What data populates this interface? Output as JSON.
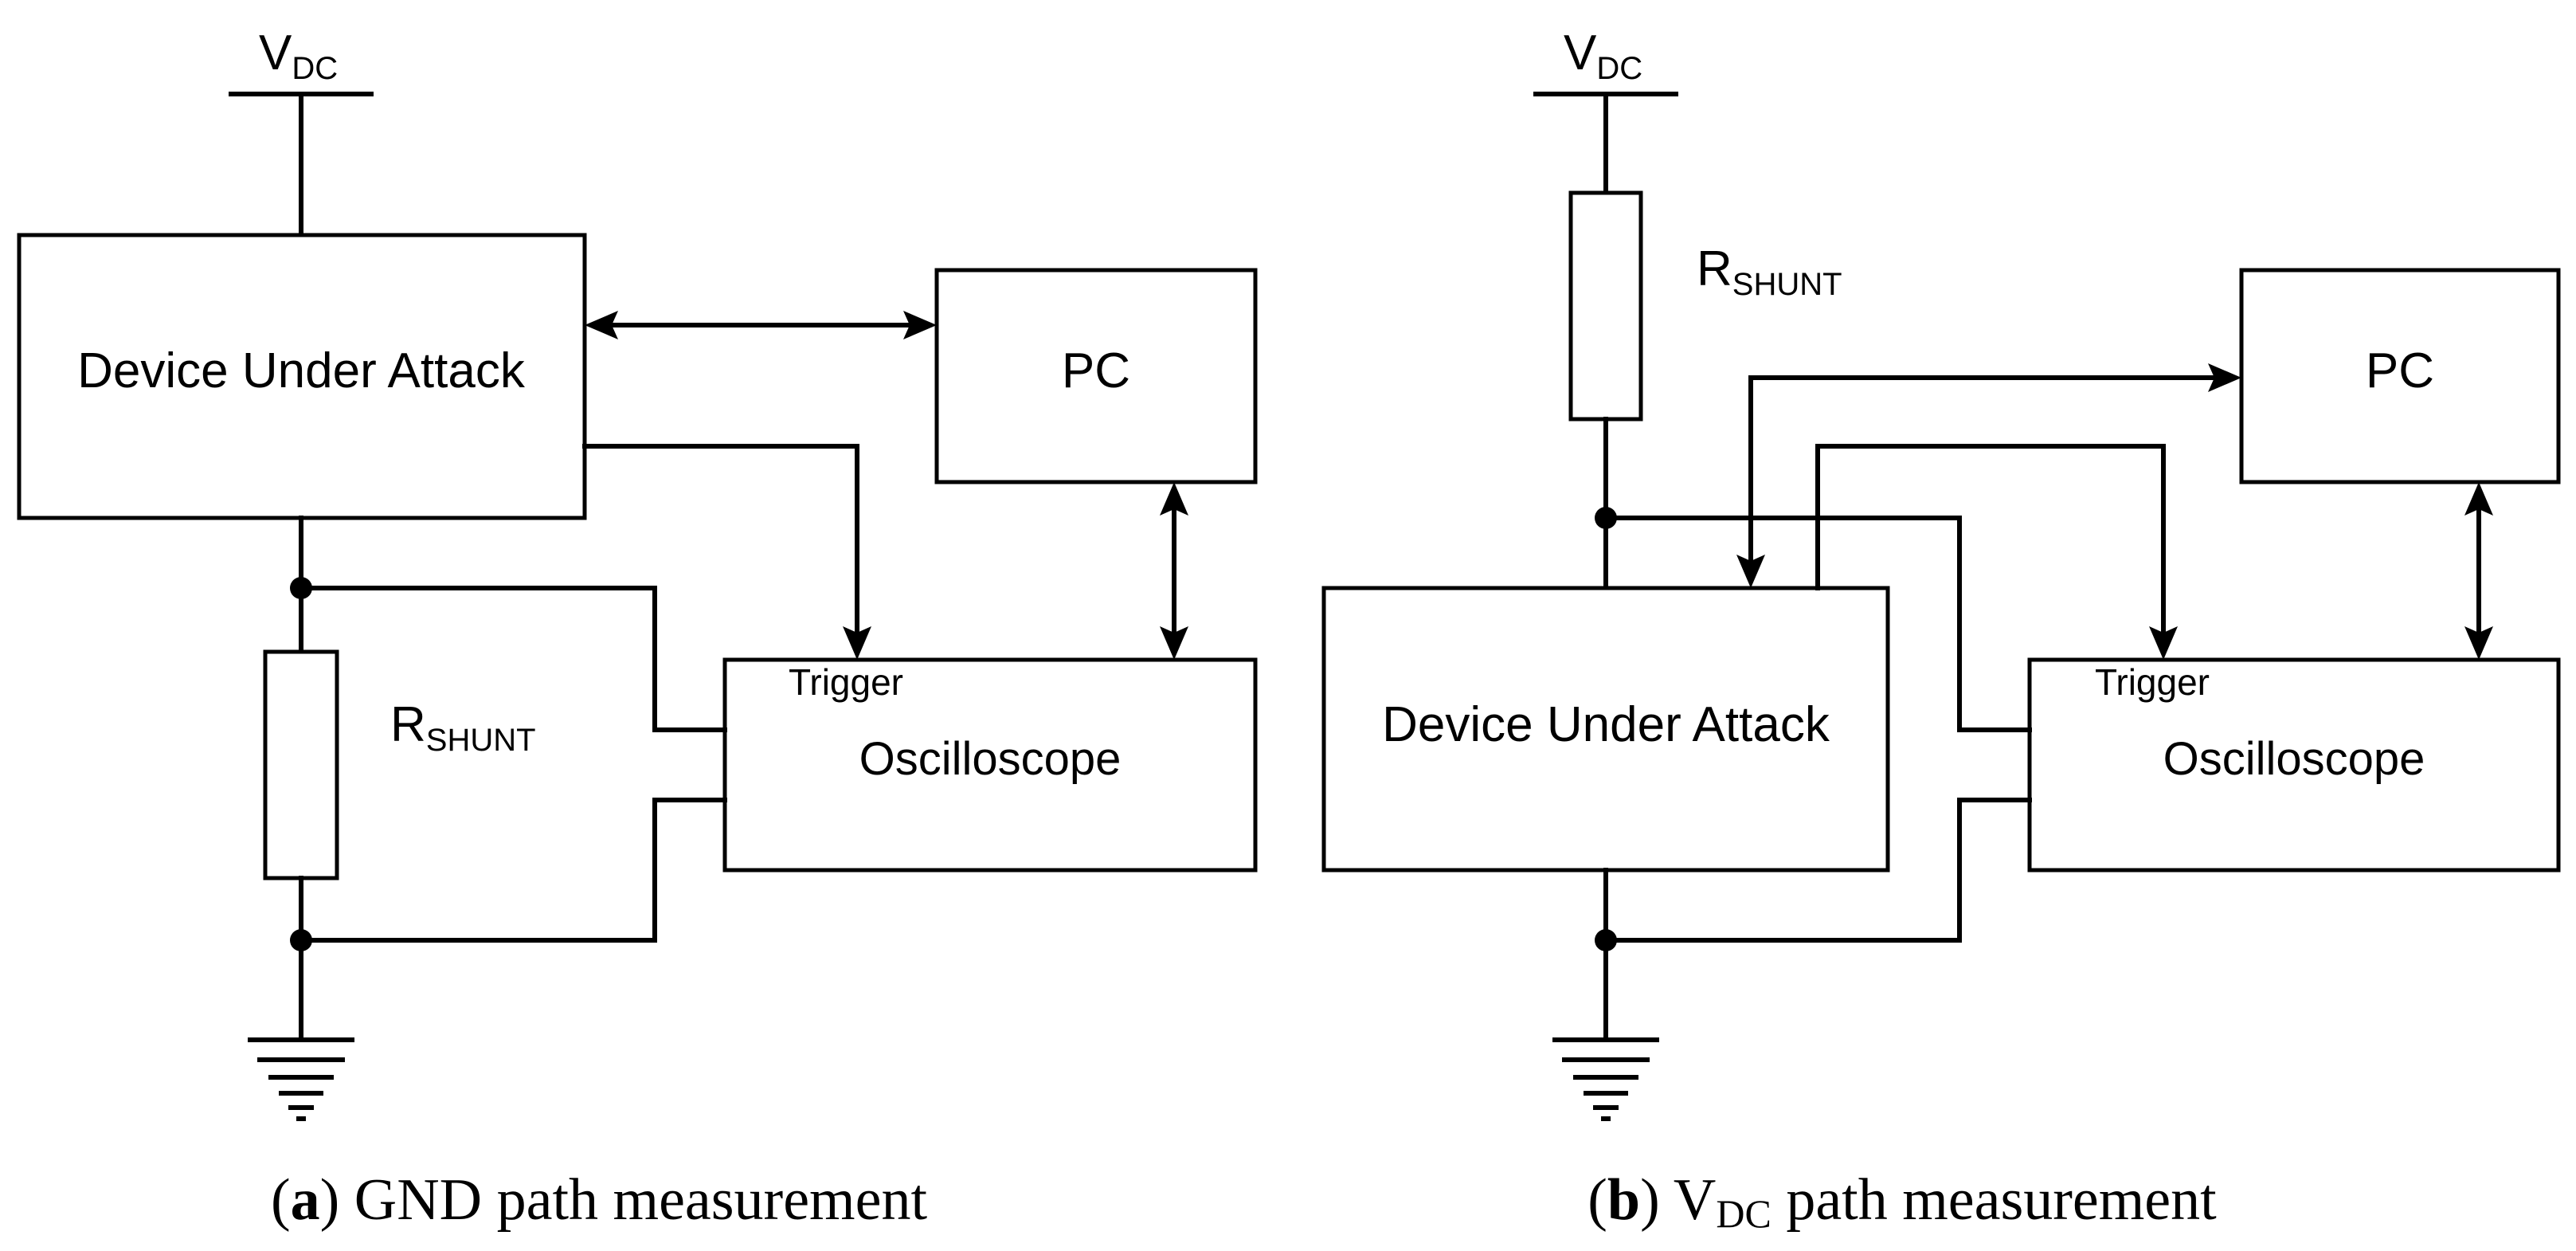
{
  "panel_a": {
    "vdc_main": "V",
    "vdc_sub": "DC",
    "device_label": "Device Under Attack",
    "pc_label": "PC",
    "trigger_label": "Trigger",
    "oscilloscope_label": "Oscilloscope",
    "rshunt_main": "R",
    "rshunt_sub": "SHUNT",
    "caption_letter": "a",
    "caption_text": "GND path measurement"
  },
  "panel_b": {
    "vdc_main": "V",
    "vdc_sub": "DC",
    "device_label": "Device Under Attack",
    "pc_label": "PC",
    "trigger_label": "Trigger",
    "oscilloscope_label": "Oscilloscope",
    "rshunt_main": "R",
    "rshunt_sub": "SHUNT",
    "caption_letter": "b",
    "caption_vdc_main": "V",
    "caption_vdc_sub": "DC",
    "caption_text": "path measurement"
  }
}
